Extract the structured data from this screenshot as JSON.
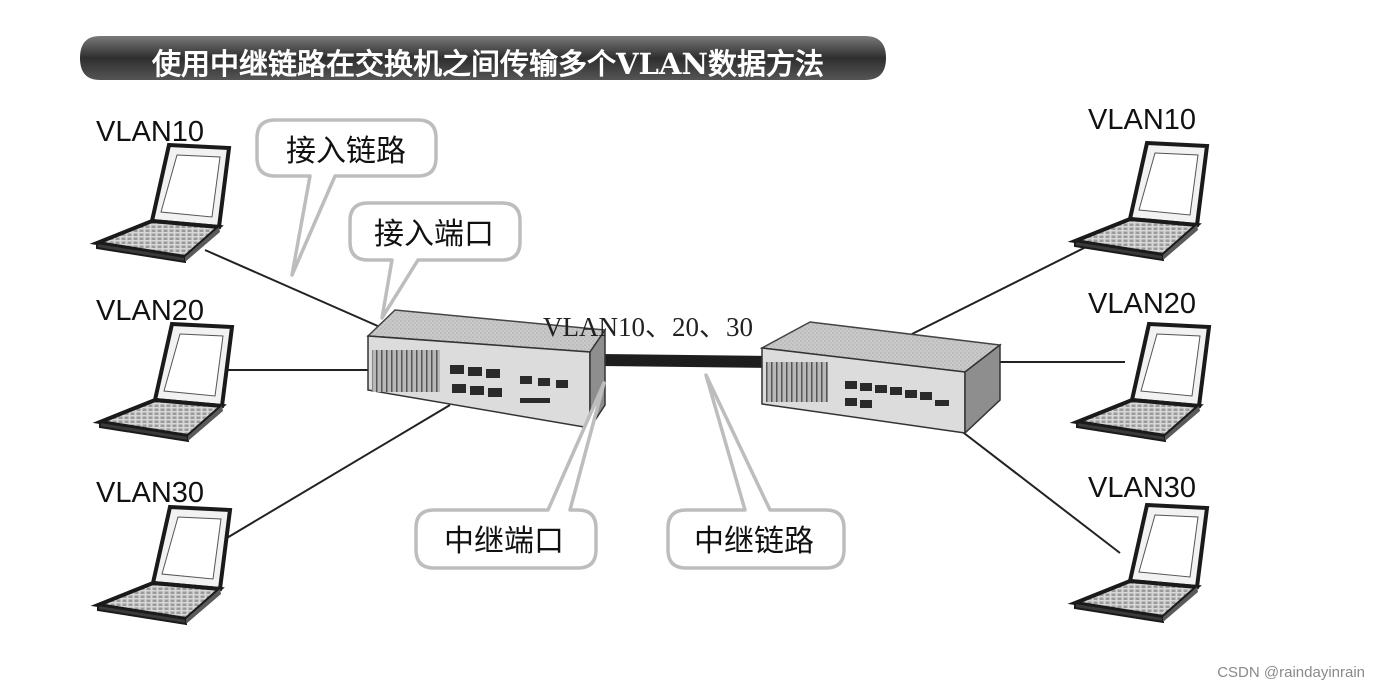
{
  "diagram": {
    "title": "使用中继链路在交换机之间传输多个VLAN数据方法",
    "left_hosts": [
      {
        "label": "VLAN10"
      },
      {
        "label": "VLAN20"
      },
      {
        "label": "VLAN30"
      }
    ],
    "right_hosts": [
      {
        "label": "VLAN10"
      },
      {
        "label": "VLAN20"
      },
      {
        "label": "VLAN30"
      }
    ],
    "callouts": {
      "access_link": "接入链路",
      "access_port": "接入端口",
      "trunk_port": "中继端口",
      "trunk_link": "中继链路"
    },
    "trunk_label": "VLAN10、20、30",
    "watermark": "CSDN @raindayinrain"
  }
}
